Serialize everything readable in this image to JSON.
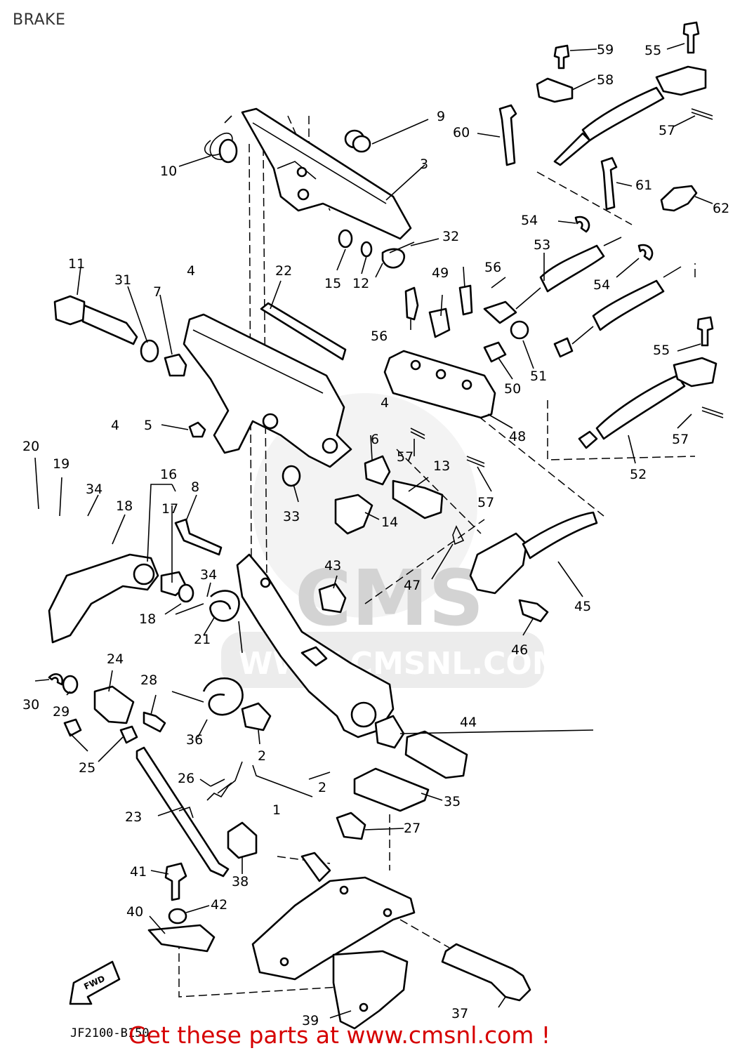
{
  "page": {
    "title": "BRAKE",
    "diagram_code": "JF2100-B150",
    "cta": "Get these parts at www.cmsnl.com !",
    "watermark": "CMS",
    "watermark_url": "WWW.CMSNL.COM",
    "fwd_label": "FWD"
  },
  "callouts": [
    "1",
    "2",
    "3",
    "4",
    "5",
    "6",
    "7",
    "8",
    "9",
    "10",
    "11",
    "12",
    "13",
    "14",
    "15",
    "16",
    "17",
    "18",
    "19",
    "20",
    "21",
    "22",
    "23",
    "24",
    "25",
    "26",
    "27",
    "28",
    "29",
    "30",
    "31",
    "32",
    "33",
    "34",
    "35",
    "36",
    "37",
    "38",
    "39",
    "40",
    "41",
    "42",
    "43",
    "44",
    "45",
    "46",
    "47",
    "48",
    "49",
    "50",
    "51",
    "52",
    "53",
    "54",
    "55",
    "56",
    "57",
    "58",
    "59",
    "60",
    "61",
    "62"
  ]
}
